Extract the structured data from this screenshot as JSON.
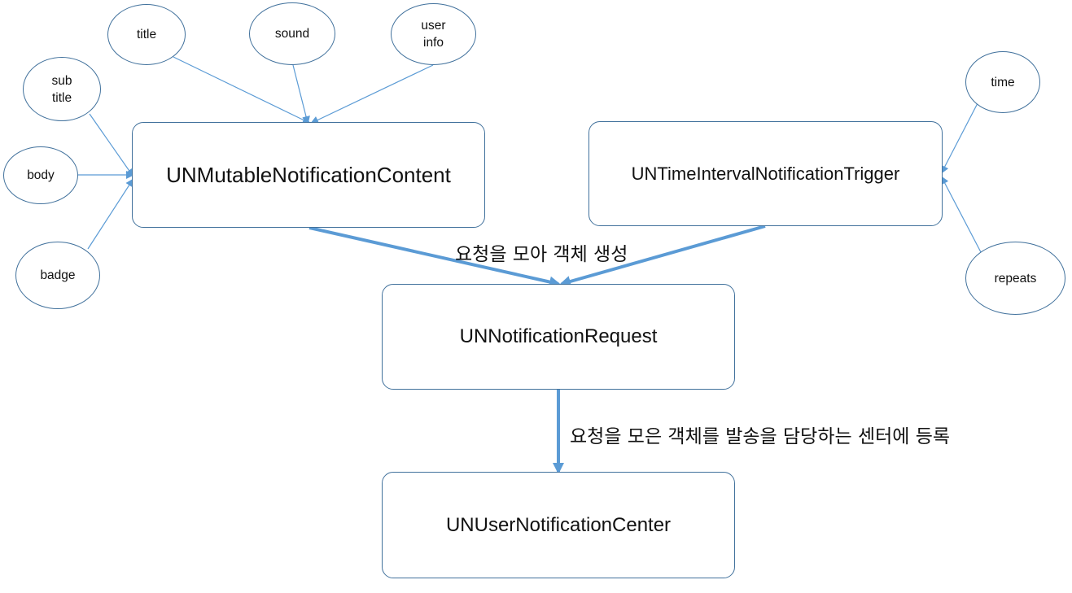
{
  "nodes": {
    "title": "title",
    "sound": "sound",
    "user_info": "user\ninfo",
    "subtitle": "sub\ntitle",
    "body": "body",
    "badge": "badge",
    "time": "time",
    "repeats": "repeats",
    "content": "UNMutableNotificationContent",
    "trigger": "UNTimeIntervalNotificationTrigger",
    "request": "UNNotificationRequest",
    "center": "UNUserNotificationCenter"
  },
  "edges": {
    "to_request": "요청을 모아 객체 생성",
    "to_center": "요청을 모은 객체를 발송을 담당하는 센터에 등록"
  },
  "colors": {
    "line": "#5b9bd5",
    "node_border": "#41719c"
  }
}
